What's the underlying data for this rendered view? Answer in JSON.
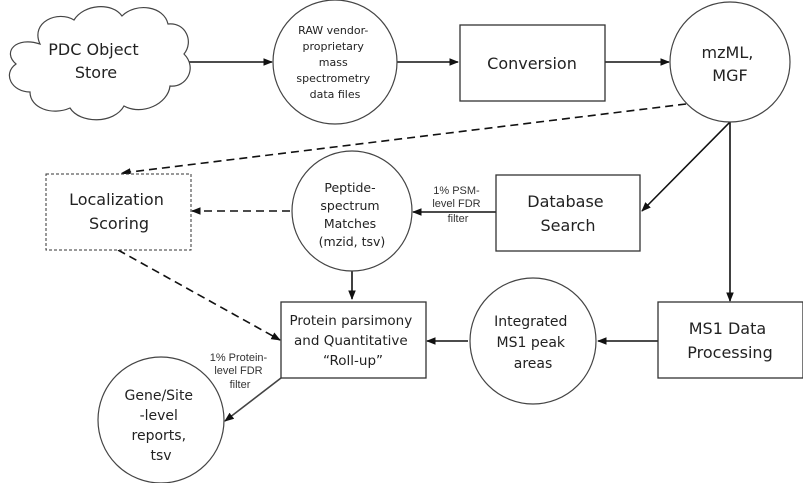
{
  "nodes": {
    "pdc_store": {
      "lines": [
        "PDC Object",
        "Store"
      ],
      "shape": "cloud"
    },
    "raw_files": {
      "lines": [
        "RAW vendor-",
        "proprietary",
        "mass",
        "spectrometry",
        "data files"
      ],
      "shape": "circle"
    },
    "conversion": {
      "lines": [
        "Conversion"
      ],
      "shape": "box"
    },
    "mzml_mgf": {
      "lines": [
        "mzML,",
        "MGF"
      ],
      "shape": "circle"
    },
    "localization": {
      "lines": [
        "Localization",
        "Scoring"
      ],
      "shape": "dashed-box"
    },
    "psm": {
      "lines": [
        "Peptide-",
        "spectrum",
        "Matches",
        "(mzid, tsv)"
      ],
      "shape": "circle"
    },
    "db_search": {
      "lines": [
        "Database",
        "Search"
      ],
      "shape": "box"
    },
    "protein": {
      "lines": [
        "Protein parsimony",
        "and Quantitative",
        "“Roll-up”"
      ],
      "shape": "box"
    },
    "ms1_areas": {
      "lines": [
        "Integrated",
        "MS1 peak",
        "areas"
      ],
      "shape": "circle"
    },
    "ms1_proc": {
      "lines": [
        "MS1 Data",
        "Processing"
      ],
      "shape": "box"
    },
    "reports": {
      "lines": [
        "Gene/Site",
        "-level",
        "reports,",
        "tsv"
      ],
      "shape": "circle"
    }
  },
  "edge_labels": {
    "psm_filter": [
      "1% PSM-",
      "level FDR",
      "filter"
    ],
    "protein_filter": [
      "1% Protein-",
      "level FDR",
      "filter"
    ]
  },
  "edges": [
    {
      "from": "pdc_store",
      "to": "raw_files",
      "style": "solid"
    },
    {
      "from": "raw_files",
      "to": "conversion",
      "style": "solid"
    },
    {
      "from": "conversion",
      "to": "mzml_mgf",
      "style": "solid"
    },
    {
      "from": "mzml_mgf",
      "to": "localization",
      "style": "dashed"
    },
    {
      "from": "mzml_mgf",
      "to": "db_search",
      "style": "solid"
    },
    {
      "from": "mzml_mgf",
      "to": "ms1_proc",
      "style": "solid"
    },
    {
      "from": "db_search",
      "to": "psm",
      "style": "solid",
      "label": "psm_filter"
    },
    {
      "from": "psm",
      "to": "localization",
      "style": "dashed"
    },
    {
      "from": "psm",
      "to": "protein",
      "style": "solid"
    },
    {
      "from": "localization",
      "to": "protein",
      "style": "dashed"
    },
    {
      "from": "ms1_proc",
      "to": "ms1_areas",
      "style": "solid"
    },
    {
      "from": "ms1_areas",
      "to": "protein",
      "style": "solid"
    },
    {
      "from": "protein",
      "to": "reports",
      "style": "solid",
      "label": "protein_filter"
    }
  ]
}
